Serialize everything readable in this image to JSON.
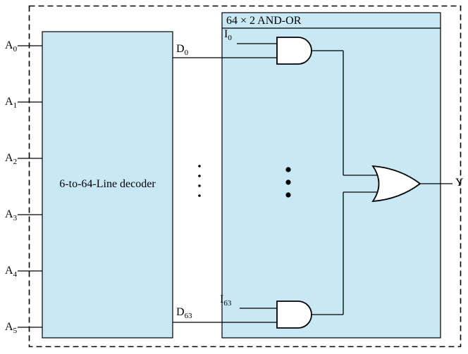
{
  "diagram": {
    "decoder": {
      "label": "6-to-64-Line decoder"
    },
    "andor": {
      "label": "64 × 2 AND-OR"
    },
    "inputs": [
      {
        "base": "A",
        "sub": "0"
      },
      {
        "base": "A",
        "sub": "1"
      },
      {
        "base": "A",
        "sub": "2"
      },
      {
        "base": "A",
        "sub": "3"
      },
      {
        "base": "A",
        "sub": "4"
      },
      {
        "base": "A",
        "sub": "5"
      }
    ],
    "decoder_outputs": [
      {
        "base": "D",
        "sub": "0"
      },
      {
        "base": "D",
        "sub": "63"
      }
    ],
    "data_inputs": [
      {
        "base": "I",
        "sub": "0"
      },
      {
        "base": "I",
        "sub": "63"
      }
    ],
    "output": {
      "label": "Y"
    },
    "colors": {
      "box_fill": "#c9e8f6",
      "line": "#000000"
    }
  }
}
